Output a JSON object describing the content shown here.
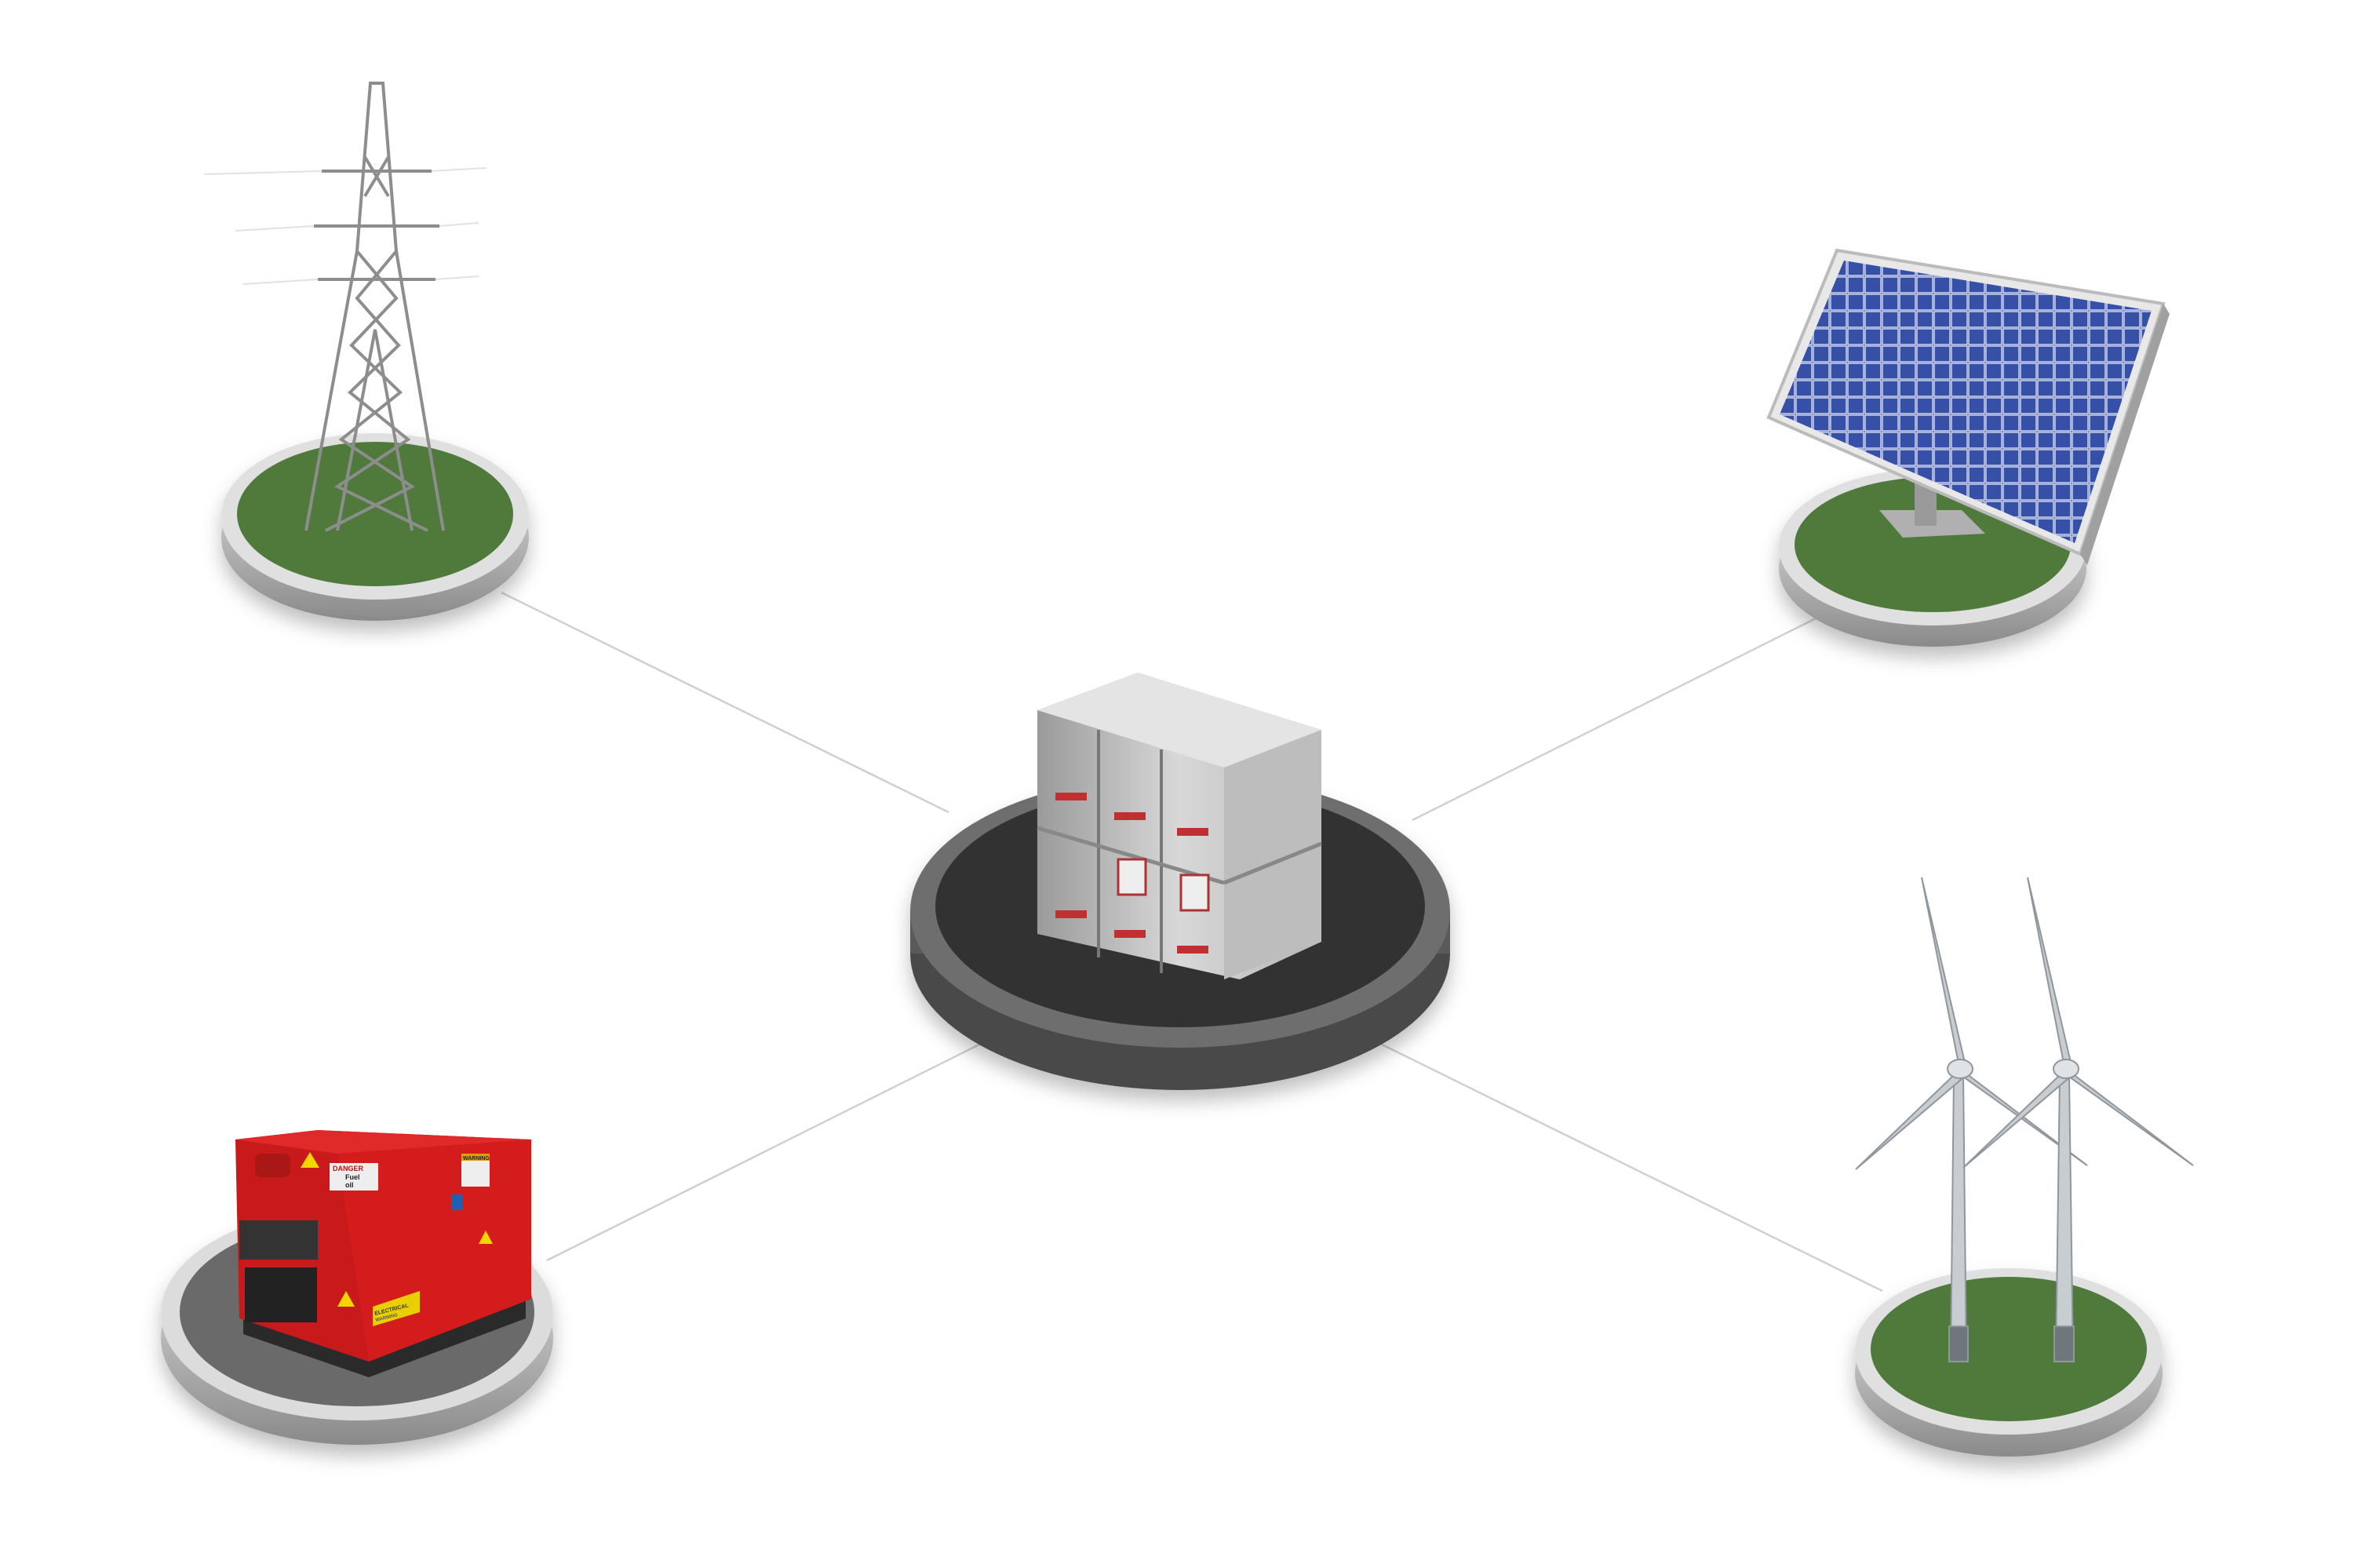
{
  "diagram": {
    "nodes": [
      {
        "id": "battery-storage",
        "icon": "battery-cabinet-icon"
      },
      {
        "id": "grid",
        "icon": "transmission-tower-icon"
      },
      {
        "id": "solar",
        "icon": "solar-panel-icon"
      },
      {
        "id": "generator",
        "icon": "diesel-generator-icon"
      },
      {
        "id": "wind",
        "icon": "wind-turbine-icon"
      }
    ],
    "edges": [
      {
        "from": "grid",
        "to": "battery-storage"
      },
      {
        "from": "solar",
        "to": "battery-storage"
      },
      {
        "from": "generator",
        "to": "battery-storage"
      },
      {
        "from": "wind",
        "to": "battery-storage"
      }
    ],
    "generator_decals": {
      "danger": "DANGER",
      "fuel": "Fuel",
      "oil": "oil",
      "warning": "WARNING",
      "electrical": "ELECTRICAL",
      "warning2": "WARNING"
    }
  },
  "colors": {
    "grass": "#4f7a3a",
    "platform_rim": "#d9d9d9",
    "center_top": "#333333",
    "generator_red": "#d41c1c",
    "solar_blue": "#2a3f8f",
    "connector": "#d0d0d0"
  }
}
